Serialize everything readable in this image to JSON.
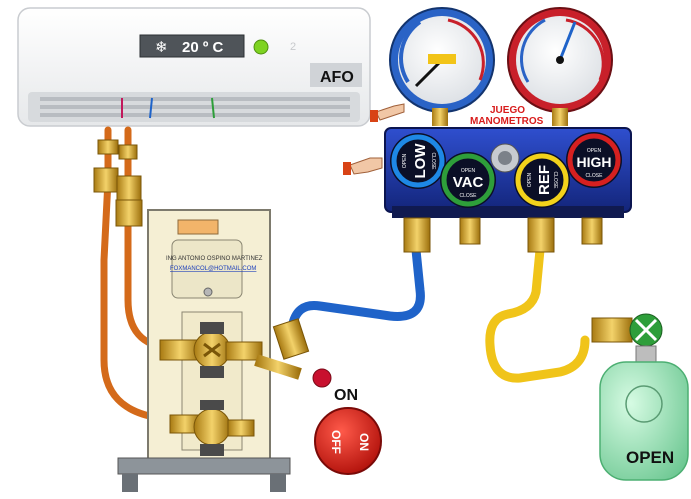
{
  "ac_unit": {
    "display_temp": "20 º C",
    "model_label": "AFO"
  },
  "condenser_box": {
    "name_line": "ING ANTONIO OSPINO MARTINEZ",
    "email_line": "FOXMANCOL@HOTMAIL.COM"
  },
  "manifold": {
    "title_line1": "JUEGO",
    "title_line2": "MANOMETROS",
    "knobs": [
      {
        "label": "LOW",
        "open": "OPEN",
        "close": "CLOSE",
        "color": "#1e88e5"
      },
      {
        "label": "VAC",
        "open": "OPEN",
        "close": "CLOSE",
        "color": "#2e9e3a"
      },
      {
        "label": "REF",
        "open": "OPEN",
        "close": "CLOSE",
        "color": "#f2d21b"
      },
      {
        "label": "HIGH",
        "open": "OPEN",
        "close": "CLOSE",
        "color": "#d62020"
      }
    ]
  },
  "switch": {
    "on_label": "ON",
    "off_text": "OFF",
    "on_text": "ON"
  },
  "cylinder": {
    "label": "OPEN"
  },
  "colors": {
    "manifold_body": "#1f3aa8",
    "low_gauge": "#2a63c6",
    "high_gauge": "#c8202a",
    "hose_blue": "#1f63c9",
    "hose_yellow": "#f0c419",
    "copper": "#d46a1a",
    "cylinder": "#9be3b6"
  }
}
